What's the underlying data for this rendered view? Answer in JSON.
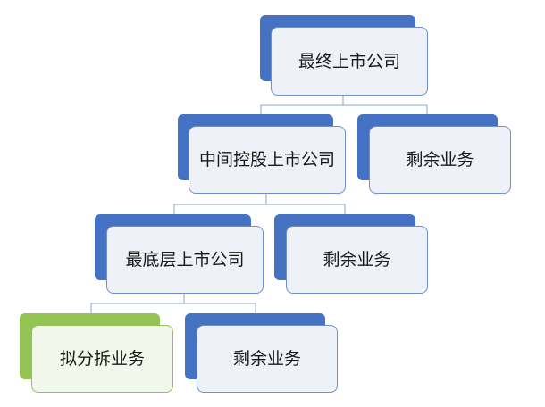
{
  "diagram": {
    "nodes": {
      "root": {
        "label": "最终上市公司",
        "accent": "#4672c4"
      },
      "mid_holding": {
        "label": "中间控股上市公司",
        "accent": "#4672c4"
      },
      "remaining_1": {
        "label": "剩余业务",
        "accent": "#4672c4"
      },
      "bottom_listed": {
        "label": "最底层上市公司",
        "accent": "#4672c4"
      },
      "remaining_2": {
        "label": "剩余业务",
        "accent": "#4672c4"
      },
      "spinoff": {
        "label": "拟分拆业务",
        "accent": "#92c353"
      },
      "remaining_3": {
        "label": "剩余业务",
        "accent": "#4672c4"
      }
    },
    "edges": [
      [
        "root",
        "mid_holding"
      ],
      [
        "root",
        "remaining_1"
      ],
      [
        "mid_holding",
        "bottom_listed"
      ],
      [
        "mid_holding",
        "remaining_2"
      ],
      [
        "bottom_listed",
        "spinoff"
      ],
      [
        "bottom_listed",
        "remaining_3"
      ]
    ]
  }
}
